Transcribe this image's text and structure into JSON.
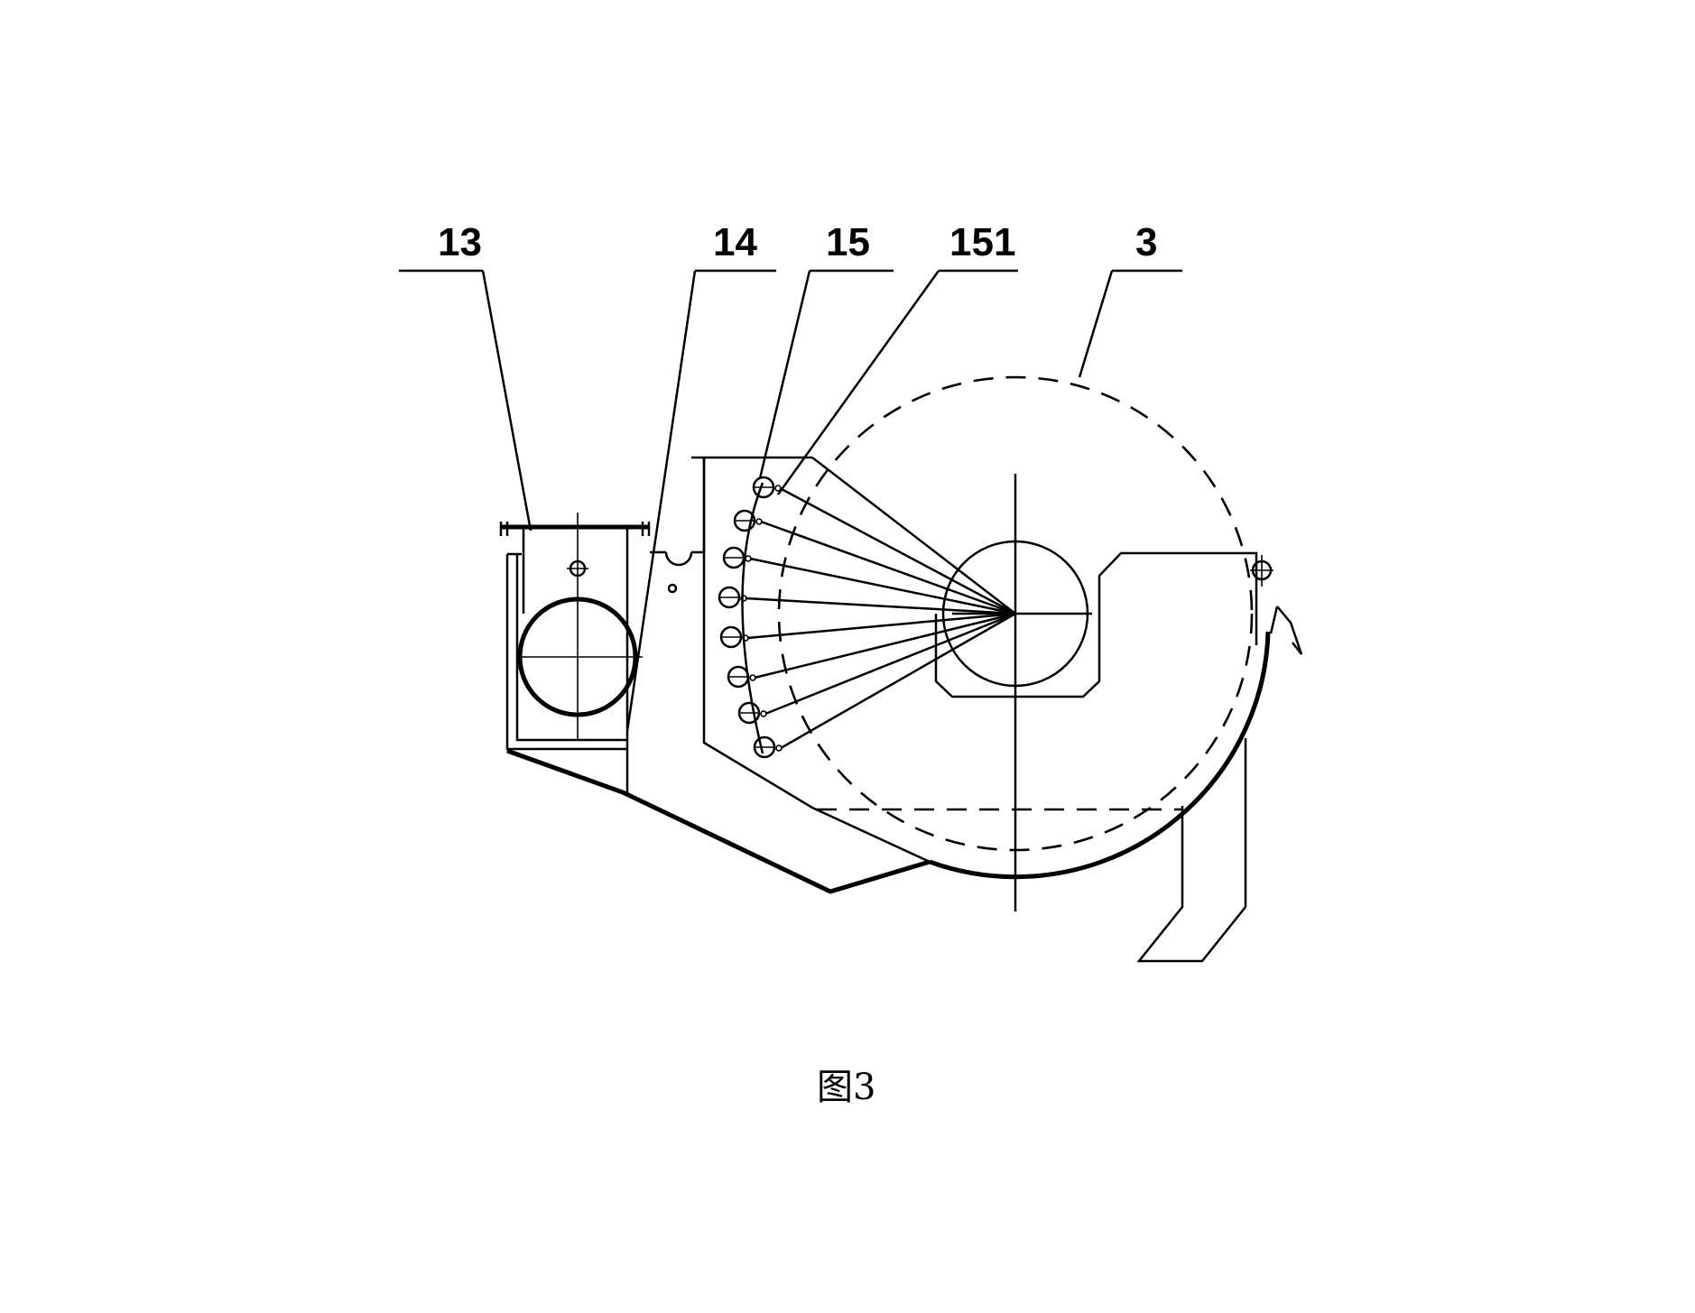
{
  "labels": {
    "l13": "13",
    "l14": "14",
    "l15": "15",
    "l151": "151",
    "l3": "3"
  },
  "caption": "图3",
  "nozzle_count": 8
}
